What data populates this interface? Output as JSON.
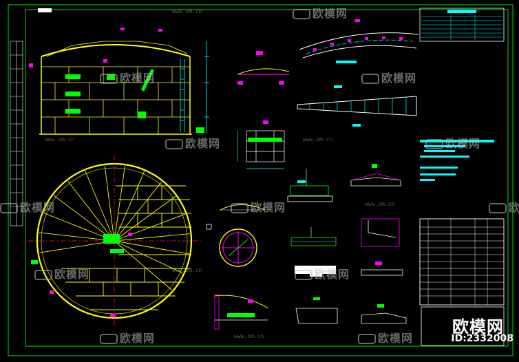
{
  "drawing": {
    "background": "#000000",
    "colors": {
      "frame": "#00e000",
      "yellow": "#ffff00",
      "cyan": "#00ffff",
      "magenta": "#ff00ff",
      "green": "#00ff00",
      "white": "#ffffff",
      "red": "#ff2020"
    }
  },
  "watermark": {
    "brand_text": "欧模网",
    "url_text": "www.om.cn",
    "id_text": "ID:2332008"
  }
}
